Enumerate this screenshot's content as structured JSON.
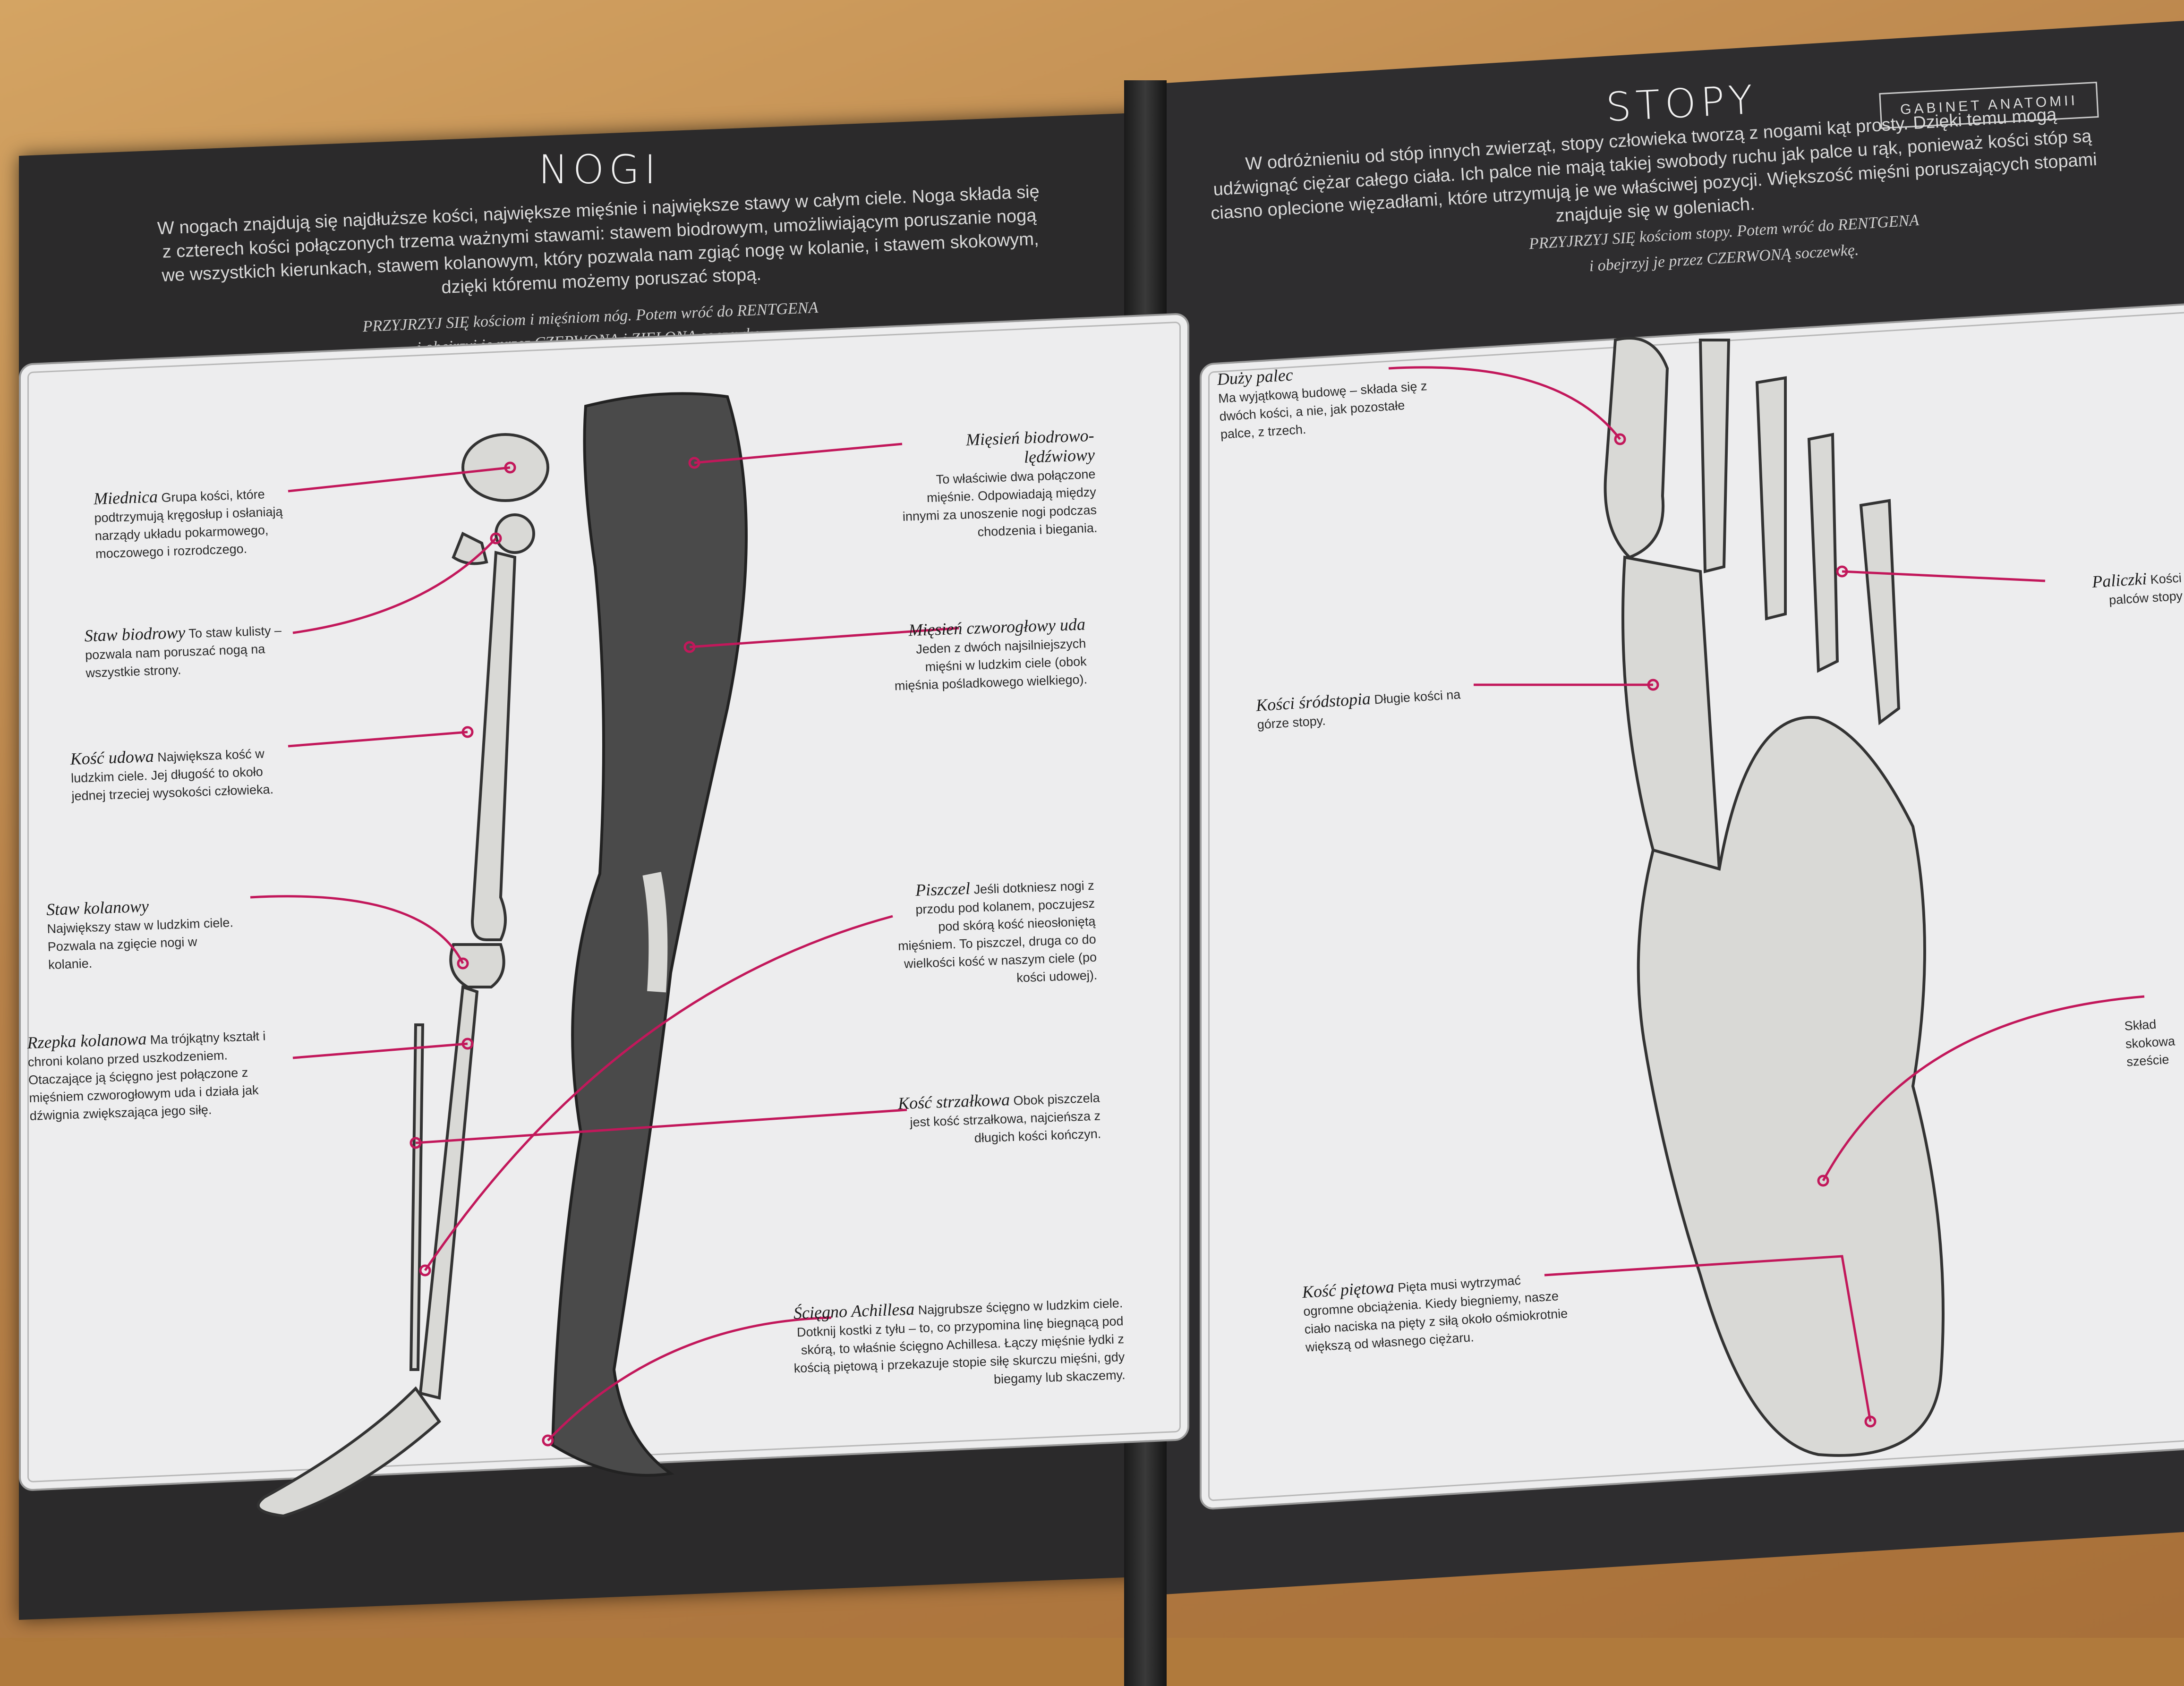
{
  "left_page": {
    "title": "NOGI",
    "intro": "W nogach znajdują się najdłuższe kości, największe mięśnie i największe stawy w całym ciele. Noga składa się z czterech kości połączonych trzema ważnymi stawami: stawem biodrowym, umożliwiającym poruszanie nogą we wszystkich kierunkach, stawem kolanowym, który pozwala nam zgiąć nogę w kolanie, i stawem skokowym, dzięki któremu możemy poruszać stopą.",
    "hint_line1": "PRZYJRZYJ SIĘ kościom i mięśniom nóg. Potem wróć do RENTGENA",
    "hint_line2": "i obejrzyj je przez CZERWONĄ i ZIELONĄ soczewkę.",
    "labels": [
      {
        "title": "Miednica",
        "text": "Grupa kości, które podtrzymują kręgosłup i osłaniają narządy układu pokarmowego, moczowego i rozrodczego."
      },
      {
        "title": "Staw biodrowy",
        "text": "To staw kulisty – pozwala nam poruszać nogą na wszystkie strony."
      },
      {
        "title": "Kość udowa",
        "text": "Największa kość w ludzkim ciele. Jej długość to około jednej trzeciej wysokości człowieka."
      },
      {
        "title": "Staw kolanowy",
        "text": "Największy staw w ludzkim ciele. Pozwala na zgięcie nogi w kolanie."
      },
      {
        "title": "Rzepka kolanowa",
        "text": "Ma trójkątny kształt i chroni kolano przed uszkodzeniem. Otaczające ją ścięgno jest połączone z mięśniem czworogłowym uda i działa jak dźwignia zwiększająca jego siłę."
      },
      {
        "title": "Mięsień biodrowo-lędźwiowy",
        "text": "To właściwie dwa połączone mięśnie. Odpowiadają między innymi za unoszenie nogi podczas chodzenia i biegania."
      },
      {
        "title": "Mięsień czworogłowy uda",
        "text": "Jeden z dwóch najsilniejszych mięśni w ludzkim ciele (obok mięśnia pośladkowego wielkiego)."
      },
      {
        "title": "Piszczel",
        "text": "Jeśli dotkniesz nogi z przodu pod kolanem, poczujesz pod skórą kość nieosłoniętą mięśniem. To piszczel, druga co do wielkości kość w naszym ciele (po kości udowej)."
      },
      {
        "title": "Kość strzałkowa",
        "text": "Obok piszczela jest kość strzałkowa, najcieńsza z długich kości kończyn."
      },
      {
        "title": "Ścięgno Achillesa",
        "text": "Najgrubsze ścięgno w ludzkim ciele. Dotknij kostki z tyłu – to, co przypomina linę biegnącą pod skórą, to właśnie ścięgno Achillesa. Łączy mięśnie łydki z kością piętową i przekazuje stopie siłę skurczu mięśni, gdy biegamy lub skaczemy."
      }
    ]
  },
  "right_page": {
    "title": "STOPY",
    "tag": "GABINET ANATOMII",
    "intro": "W odróżnieniu od stóp innych zwierząt, stopy człowieka tworzą z nogami kąt prosty. Dzięki temu mogą udźwignąć ciężar całego ciała. Ich palce nie mają takiej swobody ruchu jak palce u rąk, ponieważ kości stóp są ciasno oplecione więzadłami, które utrzymują je we właściwej pozycji. Większość mięśni poruszających stopami znajduje się w goleniach.",
    "hint_line1": "PRZYJRZYJ SIĘ kościom stopy. Potem wróć do RENTGENA",
    "hint_line2": "i obejrzyj je przez CZERWONĄ soczewkę.",
    "labels": [
      {
        "title": "Duży palec",
        "text": "Ma wyjątkową budowę – składa się z dwóch kości, a nie, jak pozostałe palce, z trzech."
      },
      {
        "title": "Kości śródstopia",
        "text": "Długie kości na górze stopy."
      },
      {
        "title": "Paliczki",
        "text": "Kości palców stopy"
      },
      {
        "title": "Kość piętowa",
        "text": "Pięta musi wytrzymać ogromne obciążenia. Kiedy biegniemy, nasze ciało naciska na pięty z siłą około ośmiokrotnie większą od własnego ciężaru."
      },
      {
        "title": "",
        "text": "Skład skokowa szeście"
      }
    ]
  },
  "colors": {
    "accent": "#c2185b",
    "page": "#2b2a2b",
    "panel": "#ededee"
  }
}
